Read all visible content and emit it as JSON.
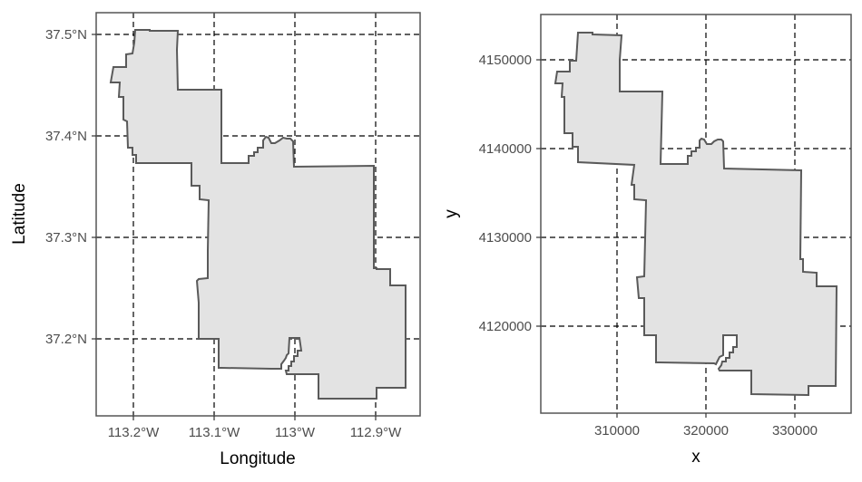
{
  "chart_data": [
    {
      "type": "map",
      "panel": "left",
      "title": "",
      "xlabel": "Longitude",
      "ylabel": "Latitude",
      "x_ticks": [
        "113.2°W",
        "113.1°W",
        "113°W",
        "112.9°W"
      ],
      "x_tick_values": [
        -113.2,
        -113.1,
        -113.0,
        -112.9
      ],
      "y_ticks": [
        "37.5°N",
        "37.4°N",
        "37.3°N",
        "37.2°N"
      ],
      "y_tick_values": [
        37.5,
        37.4,
        37.3,
        37.2
      ],
      "xlim": [
        -113.245,
        -112.845
      ],
      "ylim": [
        37.125,
        37.525
      ],
      "grid": "dashed",
      "fill_color": "#e3e3e3",
      "outline_color": "#5a5a5a",
      "geometry": "single polygon (region boundary, lon/lat)"
    },
    {
      "type": "map",
      "panel": "right",
      "title": "",
      "xlabel": "x",
      "ylabel": "y",
      "x_ticks": [
        "310000",
        "320000",
        "330000"
      ],
      "x_tick_values": [
        310000,
        320000,
        330000
      ],
      "y_ticks": [
        "4150000",
        "4140000",
        "4130000",
        "4120000"
      ],
      "y_tick_values": [
        4150000,
        4140000,
        4130000,
        4120000
      ],
      "xlim": [
        301500,
        336500
      ],
      "ylim": [
        4111000,
        4155000
      ],
      "grid": "dashed",
      "fill_color": "#e3e3e3",
      "outline_color": "#5a5a5a",
      "geometry": "same polygon projected (UTM)"
    }
  ],
  "left": {
    "xlabel": "Longitude",
    "ylabel": "Latitude",
    "x_ticks": [
      "113.2°W",
      "113.1°W",
      "113°W",
      "112.9°W"
    ],
    "y_ticks": [
      "37.5°N",
      "37.4°N",
      "37.3°N",
      "37.2°N"
    ]
  },
  "right": {
    "xlabel": "x",
    "ylabel": "y",
    "x_ticks": [
      "310000",
      "320000",
      "330000"
    ],
    "y_ticks": [
      "4150000",
      "4140000",
      "4130000",
      "4120000"
    ]
  }
}
